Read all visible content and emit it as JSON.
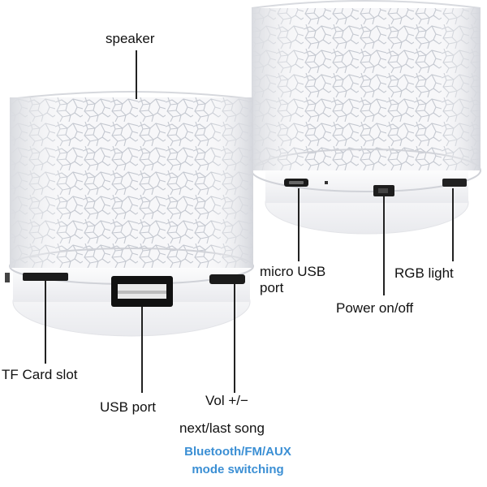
{
  "labels": {
    "speaker": "speaker",
    "micro_usb_line1": "micro USB",
    "micro_usb_line2": "port",
    "rgb_light": "RGB light",
    "power": "Power on/off",
    "tf_card": "TF Card slot",
    "usb_port": "USB port",
    "vol": "Vol +/−",
    "next_last": "next/last song",
    "mode_line1": "Bluetooth/FM/AUX",
    "mode_line2": "mode switching"
  },
  "colors": {
    "accent_blue": "#3b8fd4",
    "label_text": "#111111",
    "leader_line": "#222222",
    "speaker_body": "#f4f4f6",
    "crack_pattern": "#c9ccd3"
  }
}
